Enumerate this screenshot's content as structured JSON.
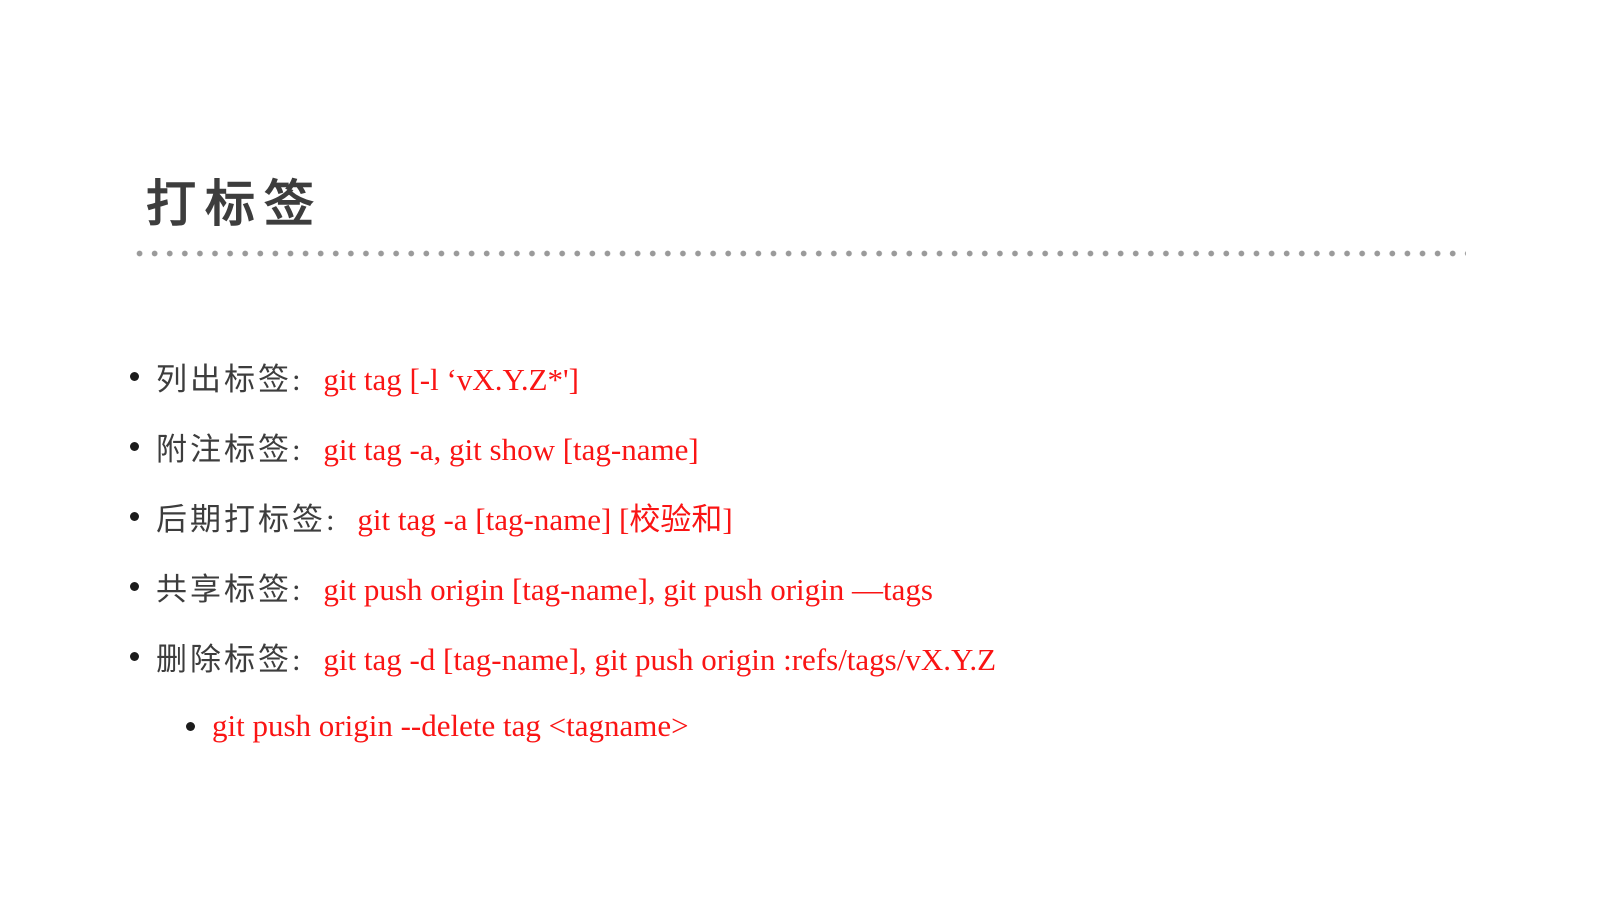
{
  "page": {
    "title": "打标签"
  },
  "colors": {
    "text_dark": "#3d3d3d",
    "accent_red": "#fa1414",
    "divider_gray": "#9a9a9a",
    "bullet_black": "#1c1c1c",
    "page_bg": "#ffffff"
  },
  "list": {
    "items": [
      {
        "level": 1,
        "label": "列出标签: ",
        "command": "git tag [-l ‘vX.Y.Z*']"
      },
      {
        "level": 1,
        "label": "附注标签: ",
        "command": "git tag -a, git show [tag-name]"
      },
      {
        "level": 1,
        "label": "后期打标签: ",
        "command": "git tag -a [tag-name] [校验和]"
      },
      {
        "level": 1,
        "label": "共享标签: ",
        "command": "git push origin [tag-name], git push origin —tags"
      },
      {
        "level": 1,
        "label": "删除标签: ",
        "command": "git tag -d [tag-name], git push origin :refs/tags/vX.Y.Z"
      },
      {
        "level": 2,
        "label": "",
        "command": "git push origin --delete tag <tagname>"
      }
    ]
  }
}
